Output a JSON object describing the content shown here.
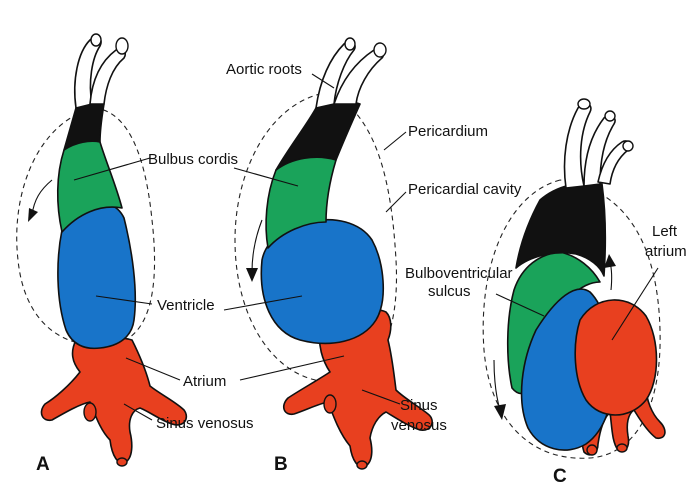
{
  "colors": {
    "bulbus": "#1aa35a",
    "ventricle": "#1874c9",
    "atrium": "#e8401f",
    "aorta": "#111111",
    "vessel": "#ffffff"
  },
  "panels": {
    "a": "A",
    "b": "B",
    "c": "C"
  },
  "labels": {
    "aortic_roots": "Aortic roots",
    "pericardium": "Pericardium",
    "bulbus_cordis": "Bulbus cordis",
    "pericardial_cavity": "Pericardial cavity",
    "bulboventricular_line1": "Bulboventricular",
    "bulboventricular_line2": "sulcus",
    "left_atrium_line1": "Left",
    "left_atrium_line2": "atrium",
    "ventricle": "Ventricle",
    "atrium": "Atrium",
    "sinus_venosus_a": "Sinus venosus",
    "sinus_venosus_b_line1": "Sinus",
    "sinus_venosus_b_line2": "venosus"
  }
}
